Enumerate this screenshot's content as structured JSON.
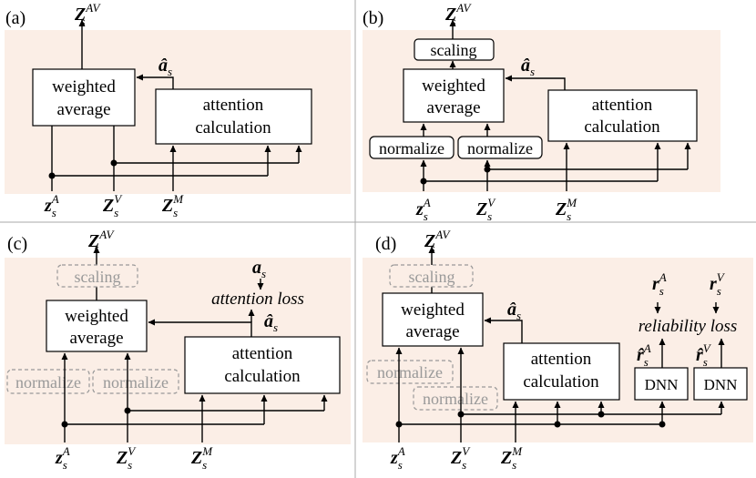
{
  "colors": {
    "panel_bg": "#fbeee6",
    "line": "#000000",
    "dashed_border": "#999999",
    "dashed_text": "#999999"
  },
  "panels": [
    {
      "label": "(a)",
      "output": {
        "base": "Z",
        "sub": "s",
        "sup": "AV"
      },
      "weighted_average": [
        "weighted",
        "average"
      ],
      "attention_calculation": [
        "attention",
        "calculation"
      ],
      "a_hat": {
        "base": "â",
        "sub": "s"
      },
      "inputs": [
        {
          "base": "z",
          "sub": "s",
          "sup": "A"
        },
        {
          "base": "Z",
          "sub": "s",
          "sup": "V"
        },
        {
          "base": "Z",
          "sub": "s",
          "sup": "M"
        }
      ]
    },
    {
      "label": "(b)",
      "output": {
        "base": "Z",
        "sub": "s",
        "sup": "AV"
      },
      "scaling": "scaling",
      "normalize": [
        "normalize",
        "normalize"
      ],
      "weighted_average": [
        "weighted",
        "average"
      ],
      "attention_calculation": [
        "attention",
        "calculation"
      ],
      "a_hat": {
        "base": "â",
        "sub": "s"
      },
      "inputs": [
        {
          "base": "z",
          "sub": "s",
          "sup": "A"
        },
        {
          "base": "Z",
          "sub": "s",
          "sup": "V"
        },
        {
          "base": "Z",
          "sub": "s",
          "sup": "M"
        }
      ]
    },
    {
      "label": "(c)",
      "output": {
        "base": "Z",
        "sub": "s",
        "sup": "AV"
      },
      "scaling": "scaling",
      "normalize": [
        "normalize",
        "normalize"
      ],
      "weighted_average": [
        "weighted",
        "average"
      ],
      "attention_calculation": [
        "attention",
        "calculation"
      ],
      "a_target": {
        "base": "a",
        "sub": "s"
      },
      "attention_loss": "attention loss",
      "a_hat": {
        "base": "â",
        "sub": "s"
      },
      "inputs": [
        {
          "base": "z",
          "sub": "s",
          "sup": "A"
        },
        {
          "base": "Z",
          "sub": "s",
          "sup": "V"
        },
        {
          "base": "Z",
          "sub": "s",
          "sup": "M"
        }
      ]
    },
    {
      "label": "(d)",
      "output": {
        "base": "Z",
        "sub": "s",
        "sup": "AV"
      },
      "scaling": "scaling",
      "normalize": [
        "normalize",
        "normalize"
      ],
      "weighted_average": [
        "weighted",
        "average"
      ],
      "attention_calculation": [
        "attention",
        "calculation"
      ],
      "a_hat": {
        "base": "â",
        "sub": "s"
      },
      "r_targets": [
        {
          "base": "r",
          "sub": "s",
          "sup": "A"
        },
        {
          "base": "r",
          "sub": "s",
          "sup": "V"
        }
      ],
      "reliability_loss": "reliability loss",
      "r_hats": [
        {
          "base": "r̂",
          "sub": "s",
          "sup": "A"
        },
        {
          "base": "r̂",
          "sub": "s",
          "sup": "V"
        }
      ],
      "dnn": [
        "DNN",
        "DNN"
      ],
      "inputs": [
        {
          "base": "z",
          "sub": "s",
          "sup": "A"
        },
        {
          "base": "Z",
          "sub": "s",
          "sup": "V"
        },
        {
          "base": "Z",
          "sub": "s",
          "sup": "M"
        }
      ]
    }
  ]
}
